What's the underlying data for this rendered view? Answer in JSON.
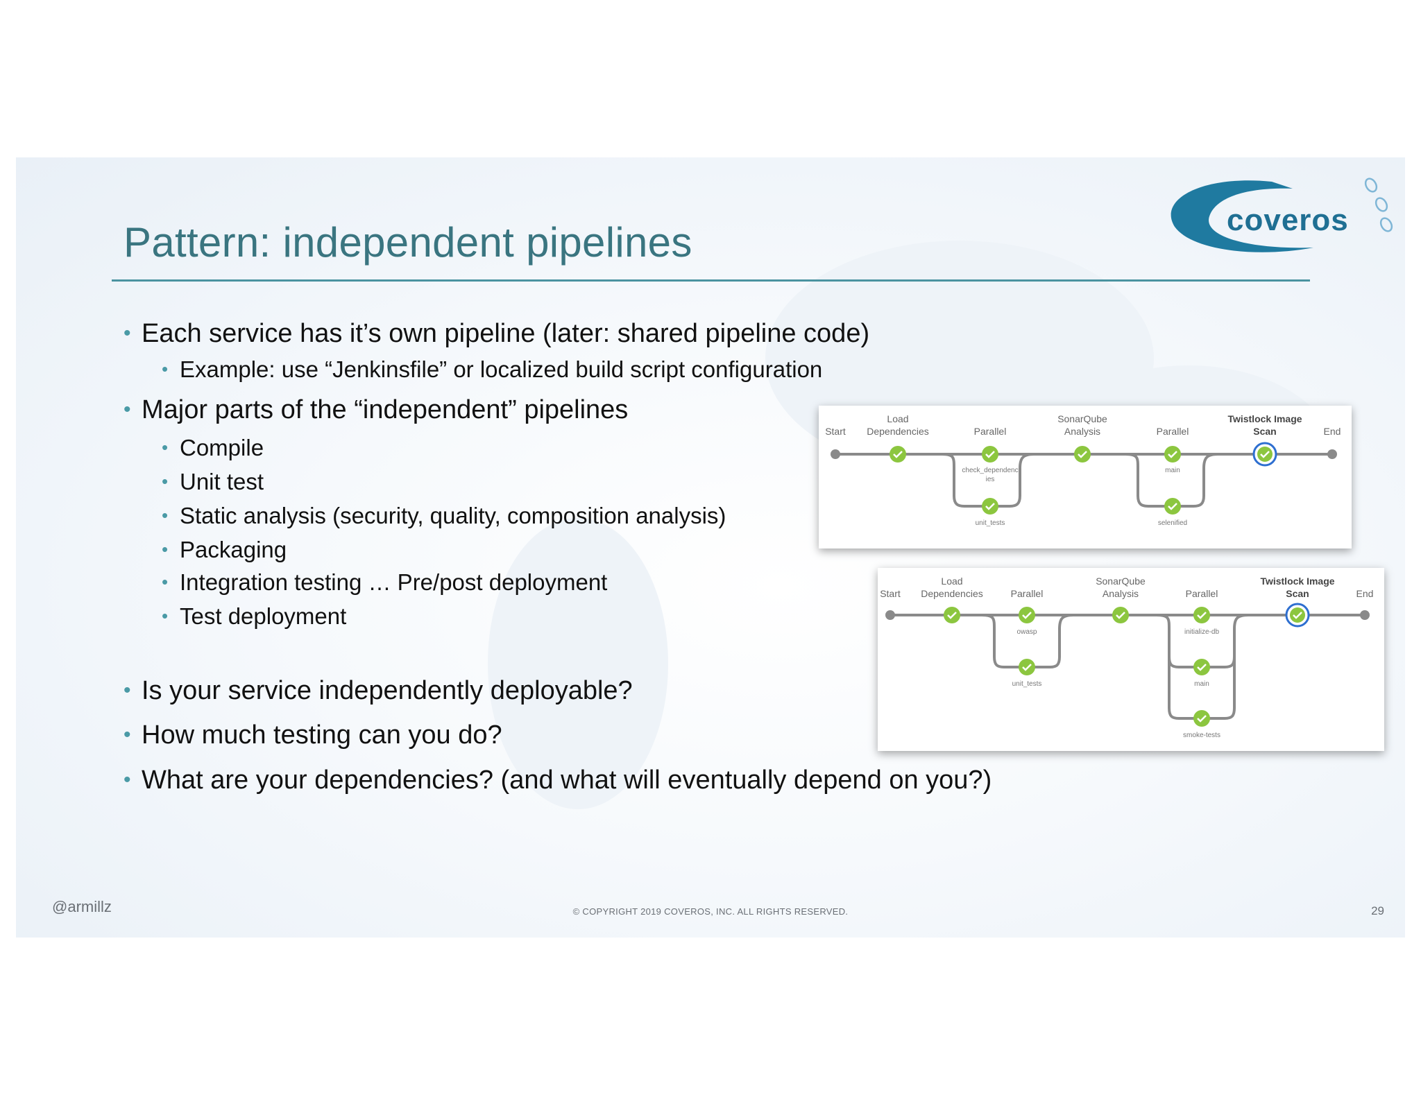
{
  "slide": {
    "title": "Pattern: independent pipelines",
    "logo_text": "coveros",
    "bullets": [
      "Each service has it’s own pipeline (later: shared pipeline code)",
      "Example: use “Jenkinsfile” or localized build script configuration",
      "Major parts of the “independent” pipelines",
      "Compile",
      "Unit test",
      "Static analysis (security, quality, composition analysis)",
      "Packaging",
      "Integration testing … Pre/post deployment",
      "Test deployment",
      "Is your service independently deployable?",
      "How much testing can you do?",
      "What are your dependencies? (and what will eventually depend on you?)"
    ],
    "footer": {
      "handle": "@armillz",
      "copyright": "© COPYRIGHT 2019 COVEROS, INC. ALL RIGHTS RESERVED.",
      "page_number": "29"
    }
  },
  "pipelines": [
    {
      "start": "Start",
      "end": "End",
      "stages": [
        {
          "label1": "Load",
          "label2": "Dependencies"
        },
        {
          "label1": "",
          "label2": "Parallel",
          "branches": [
            "check_dependenc",
            "ies",
            "unit_tests"
          ]
        },
        {
          "label1": "SonarQube",
          "label2": "Analysis"
        },
        {
          "label1": "",
          "label2": "Parallel",
          "branches": [
            "main",
            "selenified"
          ]
        },
        {
          "label1": "Twistlock Image",
          "label2": "Scan"
        }
      ]
    },
    {
      "start": "Start",
      "end": "End",
      "stages": [
        {
          "label1": "Load",
          "label2": "Dependencies"
        },
        {
          "label1": "",
          "label2": "Parallel",
          "branches": [
            "owasp",
            "unit_tests"
          ]
        },
        {
          "label1": "SonarQube",
          "label2": "Analysis"
        },
        {
          "label1": "",
          "label2": "Parallel",
          "branches": [
            "initialize-db",
            "main",
            "smoke-tests"
          ]
        },
        {
          "label1": "Twistlock Image",
          "label2": "Scan"
        }
      ]
    }
  ],
  "colors": {
    "title": "#3a7580",
    "accent_rule": "#4a93a0",
    "bullet_dot": "#4a9aa6",
    "logo_blue": "#1f7aa0",
    "check_green": "#8cc63f",
    "selected_ring": "#2e6fd0",
    "pipeline_line": "#8a8a8a"
  }
}
